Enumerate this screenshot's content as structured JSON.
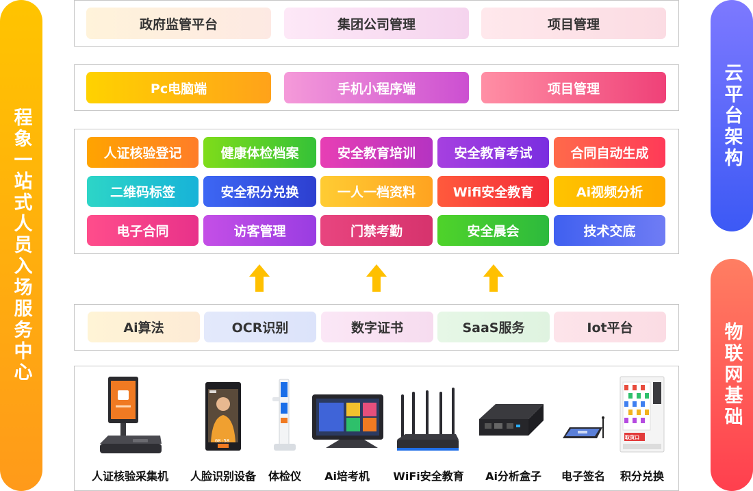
{
  "left_label": "程象一站式人员入场服务中心",
  "cloud_label": "云平台架构",
  "iot_label": "物联网基础",
  "platform_items": [
    "政府监管平台",
    "集团公司管理",
    "项目管理"
  ],
  "terminal_items": [
    "Pc电脑端",
    "手机小程序端",
    "项目管理"
  ],
  "module_rows": [
    [
      "人证核验登记",
      "健康体检档案",
      "安全教育培训",
      "安全教育考试",
      "合同自动生成"
    ],
    [
      "二维码标签",
      "安全积分兑换",
      "一人一档资料",
      "Wifi安全教育",
      "Ai视频分析"
    ],
    [
      "电子合同",
      "访客管理",
      "门禁考勤",
      "安全晨会",
      "技术交底"
    ]
  ],
  "tech_items": [
    "Ai算法",
    "OCR识别",
    "数字证书",
    "SaaS服务",
    "Iot平台"
  ],
  "devices": [
    {
      "label": "人证核验采集机",
      "icon": "id-verification-terminal-icon"
    },
    {
      "label": "人脸识别设备",
      "icon": "face-recognition-device-icon"
    },
    {
      "label": "体检仪",
      "icon": "health-check-station-icon"
    },
    {
      "label": "Ai培考机",
      "icon": "training-tablet-icon"
    },
    {
      "label": "WiFi安全教育",
      "icon": "wifi-router-icon"
    },
    {
      "label": "Ai分析盒子",
      "icon": "ai-analysis-box-icon"
    },
    {
      "label": "电子签名",
      "icon": "signature-pad-icon"
    },
    {
      "label": "积分兑换",
      "icon": "vending-machine-icon"
    }
  ],
  "screen_text": {
    "face_time": "08:58",
    "vending_button": "取货口"
  },
  "colors": {
    "left_pill": "#ffb000",
    "cloud_pill": "#4a5ef6",
    "iot_pill": "#ff4f52",
    "arrow": "#ffc000",
    "border": "#c6c6c6"
  }
}
